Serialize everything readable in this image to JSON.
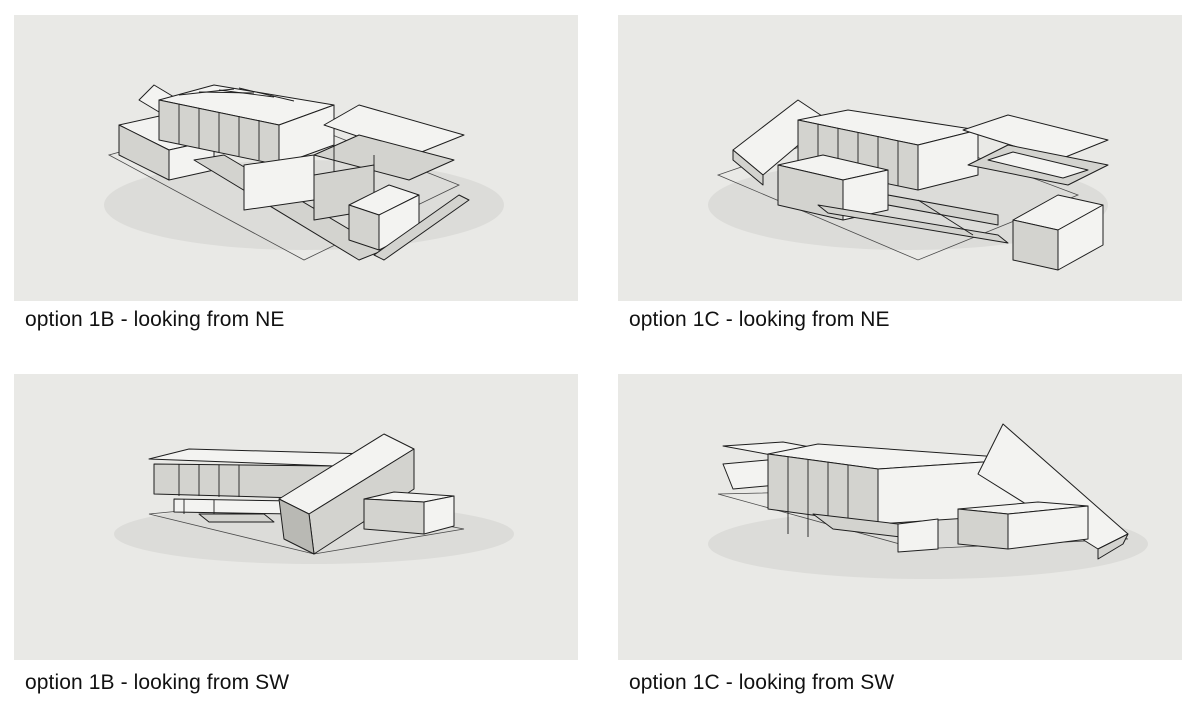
{
  "panels": [
    {
      "caption": "option 1B - looking from NE"
    },
    {
      "caption": "option 1C - looking from NE"
    },
    {
      "caption": "option 1B - looking from SW"
    },
    {
      "caption": "option 1C - looking from SW"
    }
  ],
  "colors": {
    "panel_background": "#e9e9e6",
    "page_background": "#ffffff",
    "line": "#1e1e1e"
  }
}
